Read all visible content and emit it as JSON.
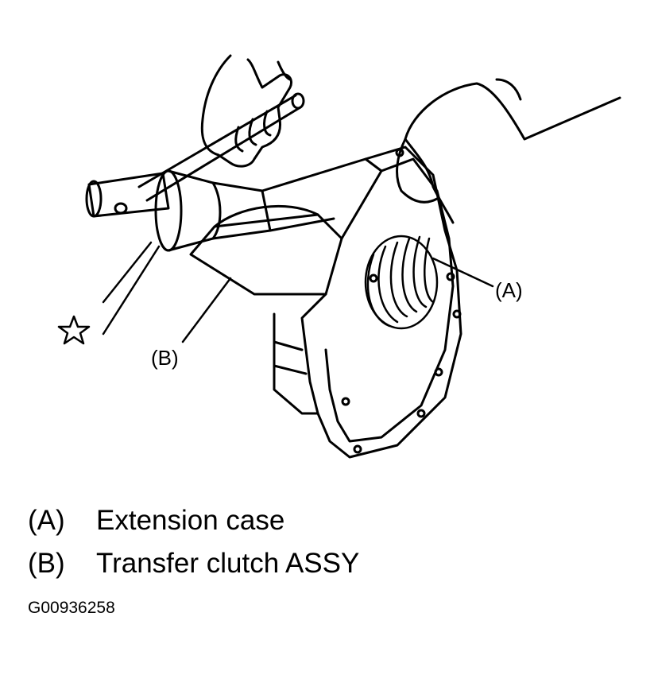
{
  "callouts": {
    "a": "(A)",
    "b": "(B)"
  },
  "legend": [
    {
      "key": "(A)",
      "text": "Extension case"
    },
    {
      "key": "(B)",
      "text": "Transfer clutch ASSY"
    }
  ],
  "figure_id": "G00936258",
  "colors": {
    "line": "#000000",
    "background": "#ffffff"
  },
  "icons": {
    "star_marker": "star-outline-icon"
  }
}
